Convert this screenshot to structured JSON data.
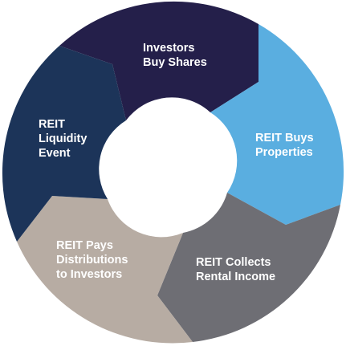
{
  "diagram": {
    "segments": [
      {
        "id": "investors-buy-shares",
        "lines": [
          "Investors",
          "Buy Shares"
        ],
        "color": "#241f4a"
      },
      {
        "id": "reit-buys-properties",
        "lines": [
          "REIT Buys",
          "Properties"
        ],
        "color": "#5aaee0"
      },
      {
        "id": "reit-collects-rental-income",
        "lines": [
          "REIT Collects",
          "Rental Income"
        ],
        "color": "#6e6e74"
      },
      {
        "id": "reit-pays-distributions",
        "lines": [
          "REIT Pays",
          "Distributions",
          "to Investors"
        ],
        "color": "#b7aca3"
      },
      {
        "id": "reit-liquidity-event",
        "lines": [
          "REIT",
          "Liquidity",
          "Event"
        ],
        "color": "#1c3459"
      }
    ],
    "background_color": "#ffffff"
  }
}
